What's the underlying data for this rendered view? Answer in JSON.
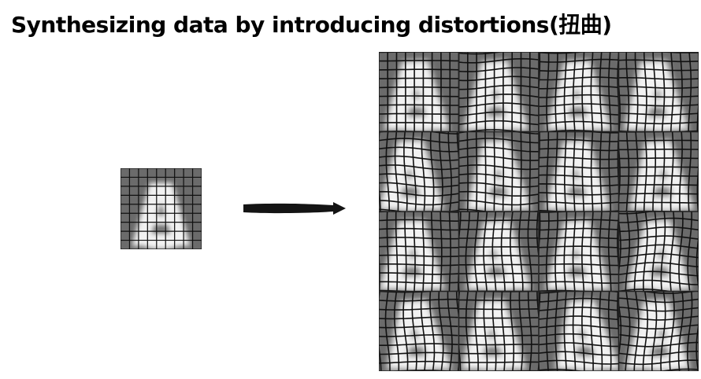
{
  "title": "Synthesizing data by introducing distortions(扭曲)",
  "source_glyph": "A",
  "colors": {
    "tile_background": "#6b6b6b",
    "glyph": "#f2f2f2",
    "grid_line": "#111111",
    "arrow": "#141414",
    "page": "#ffffff"
  },
  "distorted_grid": {
    "rows": 4,
    "cols": 4
  }
}
